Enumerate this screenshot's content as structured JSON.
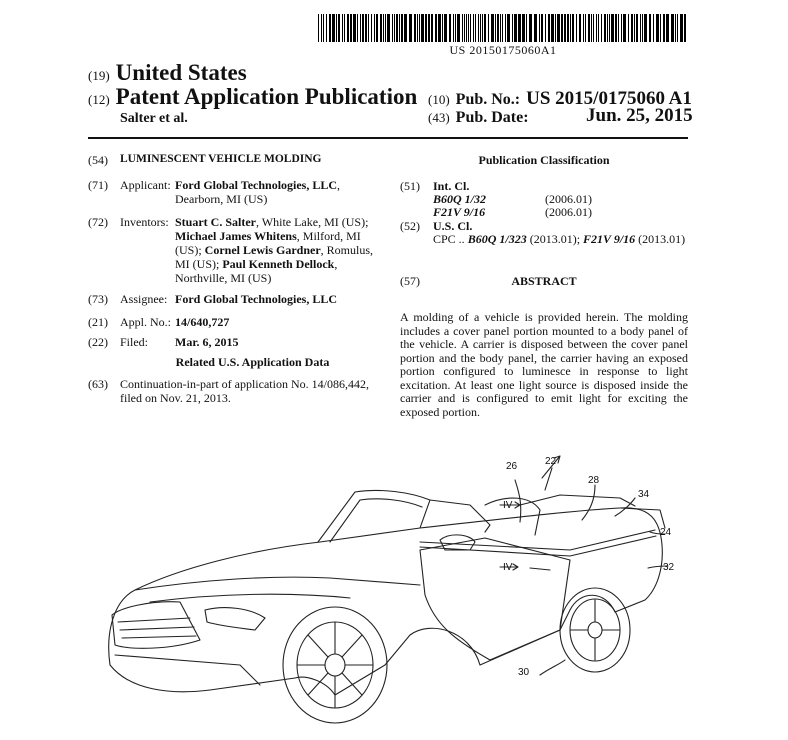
{
  "barcode_number": "US 20150175060A1",
  "header": {
    "country_code": "(19)",
    "country": "United States",
    "type_code": "(12)",
    "type": "Patent Application Publication",
    "authors": "Salter et al.",
    "pubno_code": "(10)",
    "pubno_label": "Pub. No.:",
    "pubno": "US 2015/0175060 A1",
    "pubdate_code": "(43)",
    "pubdate_label": "Pub. Date:",
    "pubdate": "Jun. 25, 2015"
  },
  "left": {
    "title_code": "(54)",
    "title": "LUMINESCENT VEHICLE MOLDING",
    "applicant_code": "(71)",
    "applicant_label": "Applicant:",
    "applicant_name": "Ford Global Technologies, LLC",
    "applicant_loc": ", Dearborn, MI (US)",
    "inventors_code": "(72)",
    "inventors_label": "Inventors:",
    "inventor1_name": "Stuart C. Salter",
    "inventor1_loc": ", White Lake, MI (US);",
    "inventor2_name": "Michael James Whitens",
    "inventor2_loc": ", Milford, MI (US);",
    "inventor3_name": "Cornel Lewis Gardner",
    "inventor3_loc": ", Romulus, MI (US);",
    "inventor4_name": "Paul Kenneth Dellock",
    "inventor4_loc": ", Northville, MI (US)",
    "assignee_code": "(73)",
    "assignee_label": "Assignee:",
    "assignee": "Ford Global Technologies, LLC",
    "appl_code": "(21)",
    "appl_label": "Appl. No.:",
    "appl_no": "14/640,727",
    "filed_code": "(22)",
    "filed_label": "Filed:",
    "filed": "Mar. 6, 2015",
    "related_heading": "Related U.S. Application Data",
    "cont_code": "(63)",
    "cont_text": "Continuation-in-part of application No. 14/086,442, filed on Nov. 21, 2013."
  },
  "right": {
    "pubclass_heading": "Publication Classification",
    "intcl_code": "(51)",
    "intcl_label": "Int. Cl.",
    "intcl": [
      {
        "code": "B60Q 1/32",
        "date": "(2006.01)"
      },
      {
        "code": "F21V 9/16",
        "date": "(2006.01)"
      }
    ],
    "uscl_code": "(52)",
    "uscl_label": "U.S. Cl.",
    "cpc_prefix": "CPC ..",
    "cpc1": "B60Q 1/323",
    "cpc1_date": "(2013.01);",
    "cpc2": "F21V 9/16",
    "cpc2_date": "(2013.01)",
    "abstract_code": "(57)",
    "abstract_heading": "ABSTRACT",
    "abstract_text": "A molding of a vehicle is provided herein. The molding includes a cover panel portion mounted to a body panel of the vehicle. A carrier is disposed between the cover panel portion and the body panel, the carrier having an exposed portion configured to luminesce in response to light excitation. At least one light source is disposed inside the carrier and is configured to emit light for exciting the exposed portion."
  },
  "figure": {
    "refs": [
      "22",
      "26",
      "28",
      "34",
      "24",
      "32",
      "30",
      "IV",
      "IV"
    ]
  }
}
